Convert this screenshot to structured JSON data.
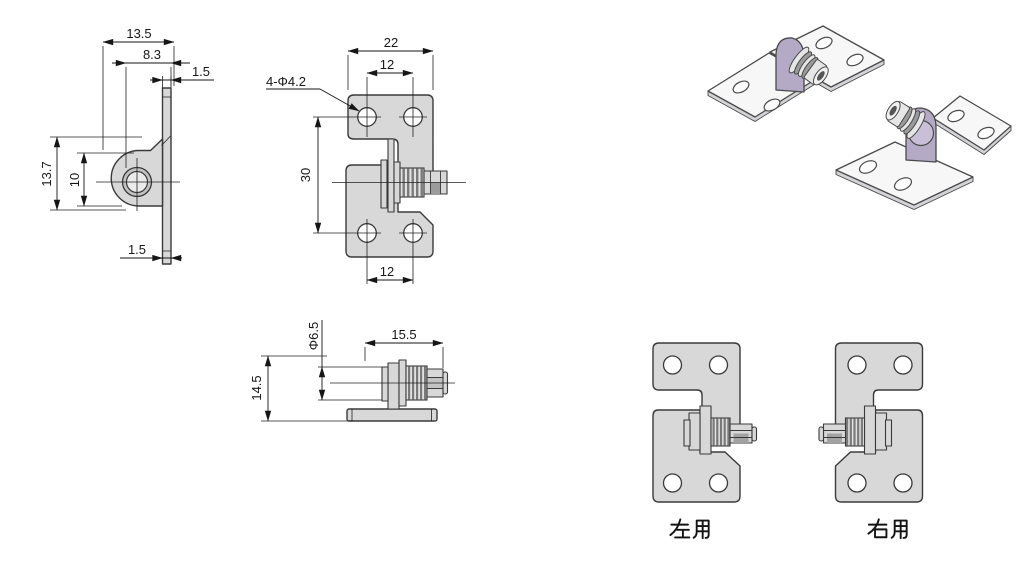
{
  "colors": {
    "background": "#ffffff",
    "plate_fill": "#d8d8d8",
    "outline": "#3a3a3a",
    "dimension": "#161616",
    "bracket_lavender": "#b4aac6"
  },
  "side_view": {
    "width_top": "13.5",
    "width_mid": "8.3",
    "thickness_top": "1.5",
    "height_outer": "13.7",
    "height_inner": "10",
    "thickness_bottom": "1.5"
  },
  "front_view": {
    "overall_width": "22",
    "hole_pitch_top": "12",
    "hole_callout": "4-Φ4.2",
    "vertical_pitch": "30",
    "hole_pitch_bottom": "12"
  },
  "profile_view": {
    "shaft_dia": "Φ6.5",
    "length": "15.5",
    "height": "14.5"
  },
  "variants": {
    "left": {
      "label": "左用"
    },
    "right": {
      "label": "右用"
    }
  }
}
